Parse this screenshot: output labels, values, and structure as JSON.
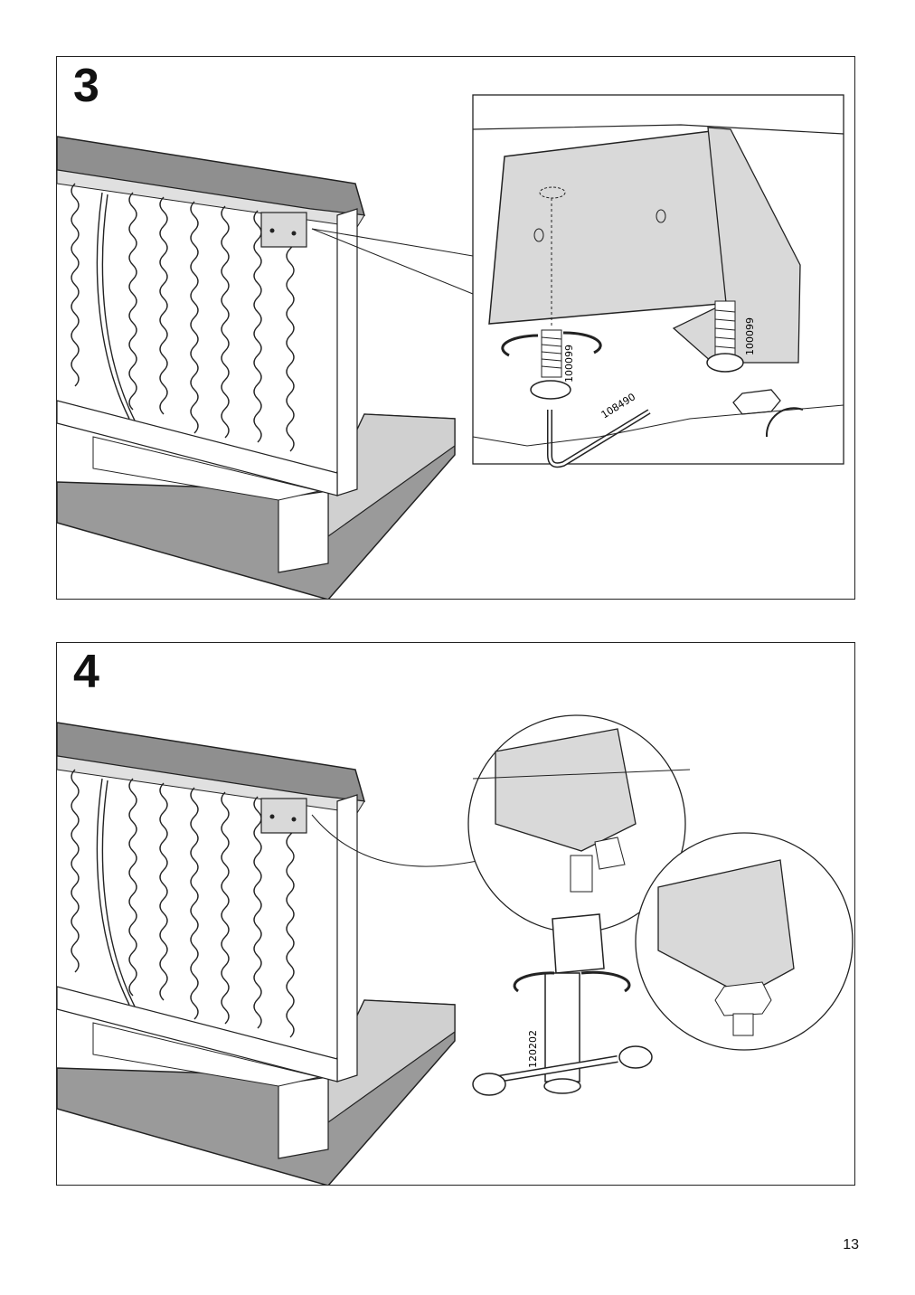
{
  "steps": [
    {
      "number": "3",
      "labels": {
        "screw_a": "100099",
        "screw_b": "100099",
        "key": "108490"
      }
    },
    {
      "number": "4",
      "labels": {
        "tool": "120202"
      }
    }
  ],
  "page": {
    "number": "13"
  },
  "colors": {
    "line": "#222222",
    "fill_grey": "#d9d9d9",
    "fill_dark": "#8f8f8f"
  }
}
